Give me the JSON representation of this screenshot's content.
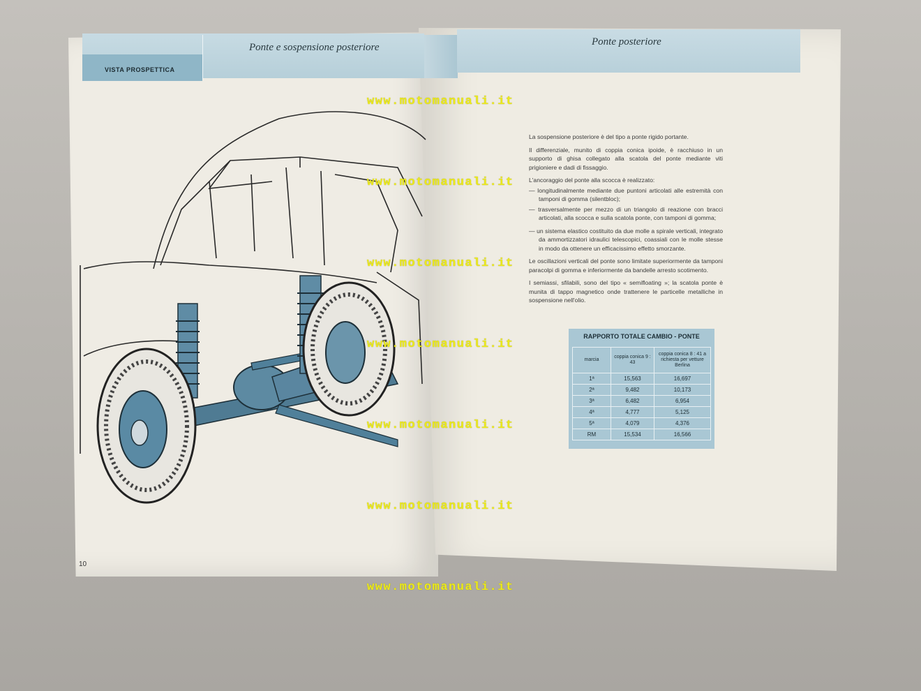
{
  "left_page": {
    "header_title": "Ponte e sospensione posteriore",
    "section_tab": "VISTA PROSPETTICA",
    "page_number": "10"
  },
  "right_page": {
    "header_title": "Ponte posteriore",
    "paragraphs": [
      "La sospensione posteriore è del tipo a ponte rigido portante.",
      "Il differenziale, munito di coppia conica ipoide, è racchiuso in un supporto di ghisa collegato alla scatola del ponte mediante viti prigioniere e dadi di fissaggio.",
      "L'ancoraggio del ponte alla scocca è realizzato:",
      "— longitudinalmente mediante due puntoni articolati alle estremità con tamponi di gomma (silentbloc);",
      "— trasversalmente per mezzo di un triangolo di reazione con bracci articolati, alla scocca e sulla scatola ponte, con tamponi di gomma;",
      "— un sistema elastico costituito da due molle a spirale verticali, integrato da ammortizzatori idraulici telescopici, coassiali con le molle stesse in modo da ottenere un efficacissimo effetto smorzante.",
      "Le oscillazioni verticali del ponte sono limitate superiormente da tamponi paracolpi di gomma e inferiormente da bandelle arresto scotimento.",
      "I semiassi, sfilabili, sono del tipo « semifloating »; la scatola ponte è munita di tappo magnetico onde trattenere le particelle metalliche in sospensione nell'olio."
    ],
    "ratio_table": {
      "title": "RAPPORTO TOTALE CAMBIO - PONTE",
      "headers": [
        "marcia",
        "coppia conica 9 : 43",
        "coppia conica 8 : 41 a richiesta per vetture Berlina"
      ],
      "rows": [
        [
          "1ª",
          "15,563",
          "16,697"
        ],
        [
          "2ª",
          "9,482",
          "10,173"
        ],
        [
          "3ª",
          "6,482",
          "6,954"
        ],
        [
          "4ª",
          "4,777",
          "5,125"
        ],
        [
          "5ª",
          "4,079",
          "4,376"
        ],
        [
          "RM",
          "15,534",
          "16,566"
        ]
      ]
    }
  },
  "watermark": "www.motomanuali.it",
  "colors": {
    "band_blue": "#b8d0da",
    "tab_blue": "#8fb6c7",
    "watermark_yellow": "#ecea1c",
    "paper": "#efece4"
  }
}
